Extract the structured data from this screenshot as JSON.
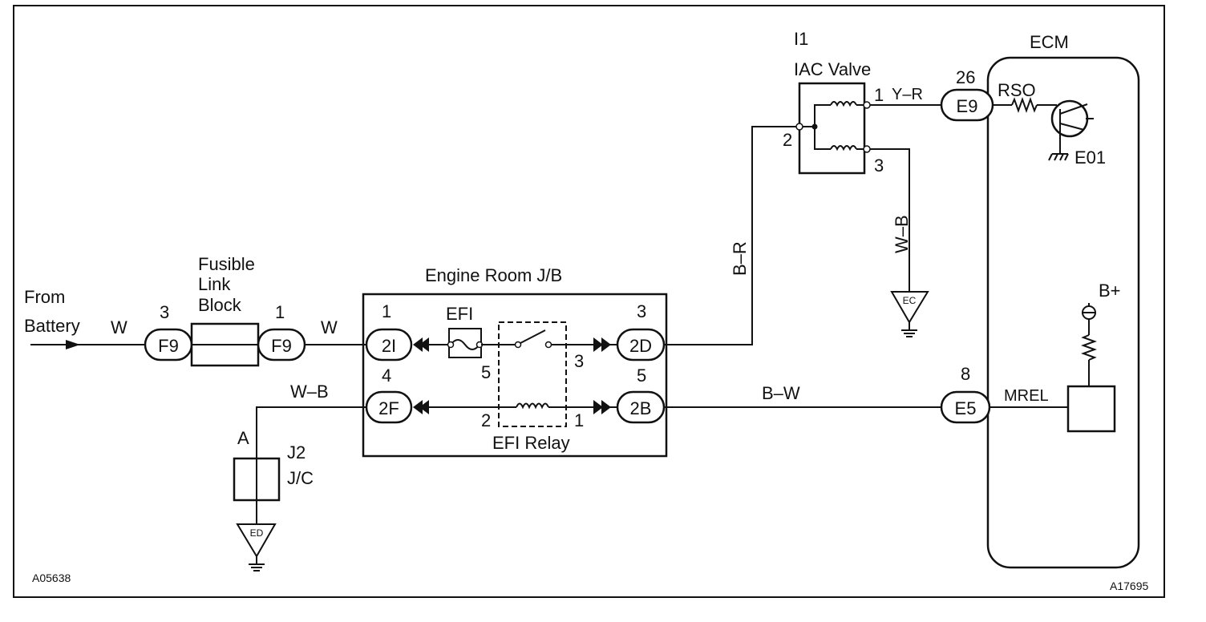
{
  "battery": {
    "from_line1": "From",
    "from_line2": "Battery",
    "wire": "W"
  },
  "fusible_link": {
    "title": [
      "Fusible",
      "Link",
      "Block"
    ],
    "left_pin": "3",
    "left_connector": "F9",
    "right_pin": "1",
    "right_connector": "F9",
    "out_wire": "W"
  },
  "engine_room_jb": {
    "title": "Engine Room J/B",
    "fuse_label": "EFI",
    "relay_label": "EFI Relay",
    "connectors": {
      "c2I": {
        "pin": "1",
        "name": "2I"
      },
      "c2F": {
        "pin": "4",
        "name": "2F"
      },
      "c2D": {
        "pin": "3",
        "name": "2D"
      },
      "c2B": {
        "pin": "5",
        "name": "2B"
      }
    },
    "relay_pins": {
      "p5": "5",
      "p3": "3",
      "p2": "2",
      "p1": "1"
    }
  },
  "wires": {
    "b_r": "B–R",
    "w_b_iac": "W–B",
    "y_r": "Y–R",
    "b_w": "B–W",
    "w_b_jc": "W–B"
  },
  "iac_valve": {
    "id": "I1",
    "name": "IAC Valve",
    "pin1": "1",
    "pin2": "2",
    "pin3": "3"
  },
  "ground_ec": "EC",
  "ground_ed": "ED",
  "junction": {
    "pin": "A",
    "id": "J2",
    "name": "J/C"
  },
  "ecm": {
    "title": "ECM",
    "e9_pin": "26",
    "e9": "E9",
    "rso": "RSO",
    "e01": "E01",
    "b_plus": "B+",
    "e5_pin": "8",
    "e5": "E5",
    "mrel": "MREL"
  },
  "refs": {
    "left": "A05638",
    "right": "A17695"
  }
}
